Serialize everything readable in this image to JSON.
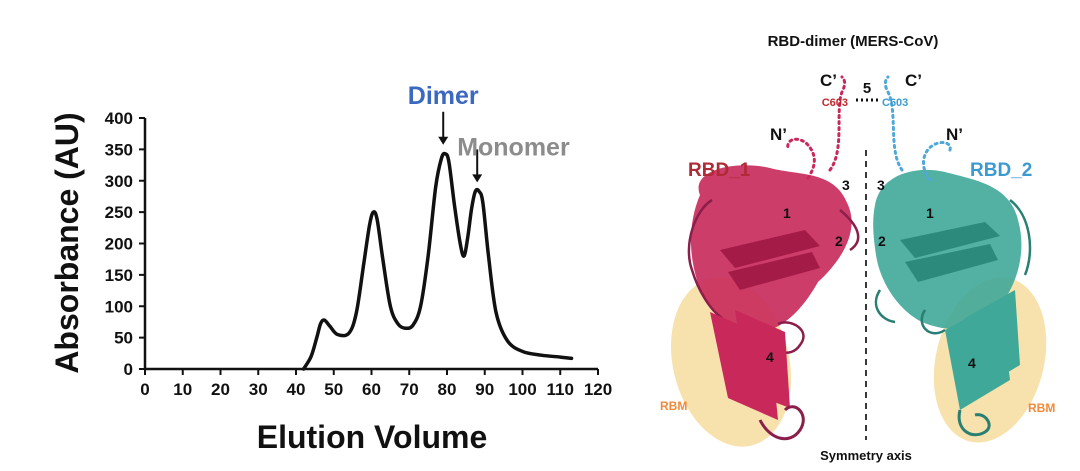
{
  "chart_data": {
    "type": "line",
    "xlabel": "Elution Volume",
    "ylabel": "Absorbance (AU)",
    "xlim": [
      0,
      120
    ],
    "ylim": [
      0,
      400
    ],
    "x_ticks": [
      "0",
      "10",
      "20",
      "30",
      "40",
      "50",
      "60",
      "70",
      "80",
      "90",
      "100",
      "110",
      "120"
    ],
    "y_ticks": [
      "0",
      "50",
      "100",
      "150",
      "200",
      "250",
      "300",
      "350",
      "400"
    ],
    "series": [
      {
        "color": "#111111",
        "x": [
          42,
          44,
          45.5,
          46.5,
          47.5,
          49,
          51,
          54,
          56,
          58,
          59.5,
          60.5,
          61.5,
          63,
          65,
          67,
          69,
          71,
          73,
          75,
          77,
          78.5,
          79.5,
          80.5,
          82,
          83.5,
          84.5,
          85.5,
          86.5,
          87.5,
          88.5,
          89.5,
          91,
          93,
          96,
          100,
          105,
          110,
          113
        ],
        "y": [
          0,
          20,
          50,
          72,
          78,
          68,
          55,
          57,
          90,
          170,
          230,
          250,
          238,
          175,
          100,
          72,
          65,
          70,
          100,
          180,
          290,
          335,
          343,
          330,
          260,
          200,
          180,
          210,
          255,
          283,
          283,
          265,
          180,
          90,
          45,
          28,
          22,
          19,
          17
        ]
      }
    ],
    "annotations": [
      {
        "text": "Dimer",
        "x": 79,
        "y": 343,
        "color": "#3b68c0"
      },
      {
        "text": "Monomer",
        "x": 88,
        "y": 283,
        "color": "#8c8c8c"
      }
    ],
    "grid": false,
    "legend": "none"
  },
  "structure_panel": {
    "title": "RBD-dimer (MERS-CoV)",
    "chain_1_label": "RBD_1",
    "chain_2_label": "RBD_2",
    "chain_1_color": "#c8285a",
    "chain_2_color": "#3fa898",
    "label_1_color": "#b02a36",
    "label_2_color": "#3d9ad1",
    "c_term_left": "C’",
    "c_term_right": "C’",
    "n_term_left": "N’",
    "n_term_right": "N’",
    "disulfide_number": "5",
    "cys_left": "C603",
    "cys_right": "C603",
    "site_numbers_left": [
      "1",
      "2",
      "3",
      "4"
    ],
    "site_numbers_right": [
      "1",
      "2",
      "3",
      "4"
    ],
    "rbm_left": "RBM",
    "rbm_right": "RBM",
    "rbm_color": "#f28a3a",
    "axis_label": "Symmetry axis"
  }
}
